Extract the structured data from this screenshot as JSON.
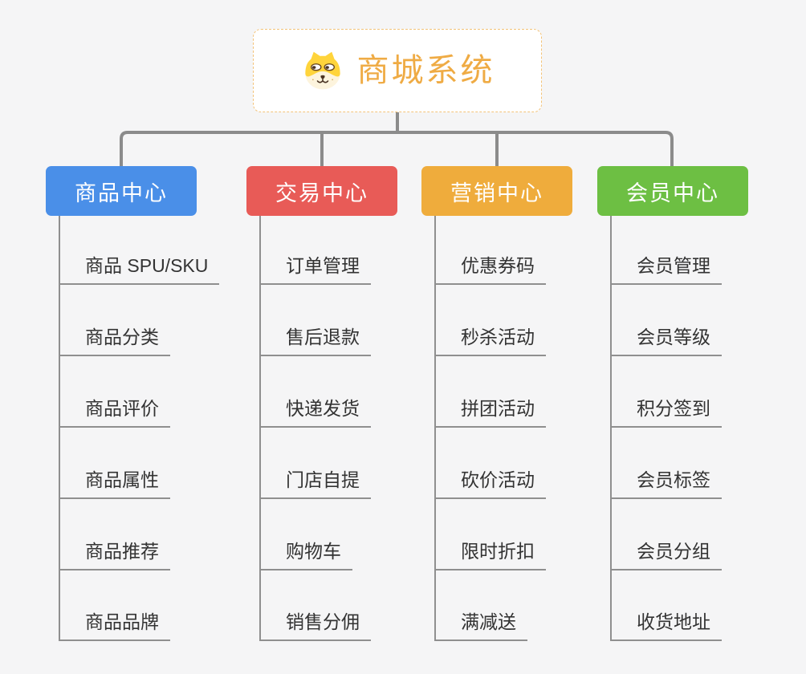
{
  "page": {
    "background_color": "#f5f5f6"
  },
  "root": {
    "title": "商城系统",
    "icon": "dog-face-icon",
    "title_color": "#efab44",
    "border_color": "#f3c379"
  },
  "connectors": {
    "tree_line_color": "#8b8b8b",
    "spine_line_color": "#8f8f8f"
  },
  "columns": [
    {
      "label": "商品中心",
      "color": "#4a8fe8",
      "items": [
        "商品 SPU/SKU",
        "商品分类",
        "商品评价",
        "商品属性",
        "商品推荐",
        "商品品牌"
      ]
    },
    {
      "label": "交易中心",
      "color": "#e85b57",
      "items": [
        "订单管理",
        "售后退款",
        "快递发货",
        "门店自提",
        "购物车",
        "销售分佣"
      ]
    },
    {
      "label": "营销中心",
      "color": "#efac3c",
      "items": [
        "优惠券码",
        "秒杀活动",
        "拼团活动",
        "砍价活动",
        "限时折扣",
        "满减送"
      ]
    },
    {
      "label": "会员中心",
      "color": "#6dbf43",
      "items": [
        "会员管理",
        "会员等级",
        "积分签到",
        "会员标签",
        "会员分组",
        "收货地址"
      ]
    }
  ]
}
